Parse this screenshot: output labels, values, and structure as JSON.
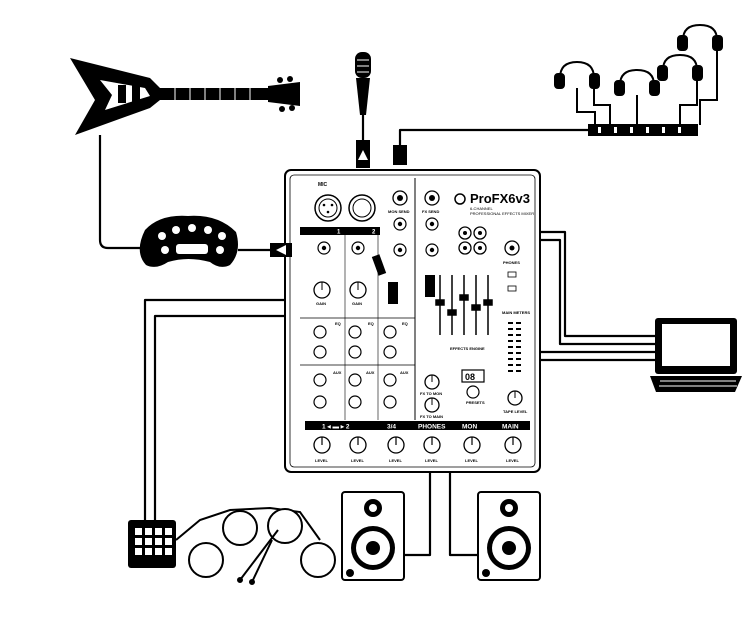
{
  "mixer": {
    "brand": "ProFX6v3",
    "subtitle1": "6-CHANNEL",
    "subtitle2": "PROFESSIONAL EFFECTS MIXER",
    "mic_label": "MIC",
    "ch1": "1",
    "ch2": "2",
    "mon_send": "MON SEND",
    "fx_send": "FX SEND",
    "gain": "GAIN",
    "eq": "EQ",
    "aux": "AUX",
    "level": "LEVEL",
    "phones": "PHONES",
    "main_meters": "MAIN METERS",
    "effects_engine": "EFFECTS ENGINE",
    "fx_to_mon": "FX TO MON",
    "fx_to_main": "FX TO MAIN",
    "presets": "PRESETS",
    "tape_level": "TAPE LEVEL",
    "fx_display": "08",
    "bottom_labels": [
      "1 ◂ ▬ ▸ 2",
      "3/4",
      "PHONES",
      "MON",
      "MAIN"
    ]
  },
  "devices": [
    "guitar",
    "effects-pedal",
    "microphone",
    "headphones",
    "headphone-amp",
    "laptop",
    "drum-pad",
    "drums",
    "monitor-speaker-left",
    "monitor-speaker-right"
  ]
}
